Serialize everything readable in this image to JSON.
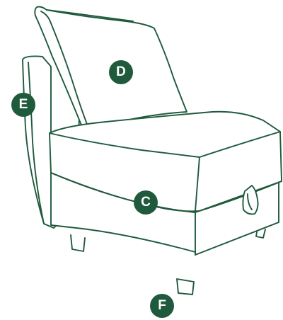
{
  "colors": {
    "line": "#1f5a3d",
    "marker_fill": "#1f5a3d",
    "marker_text": "#ffffff",
    "background": "#ffffff"
  },
  "markers": {
    "d": "D",
    "e": "E",
    "c": "C",
    "f": "F"
  }
}
